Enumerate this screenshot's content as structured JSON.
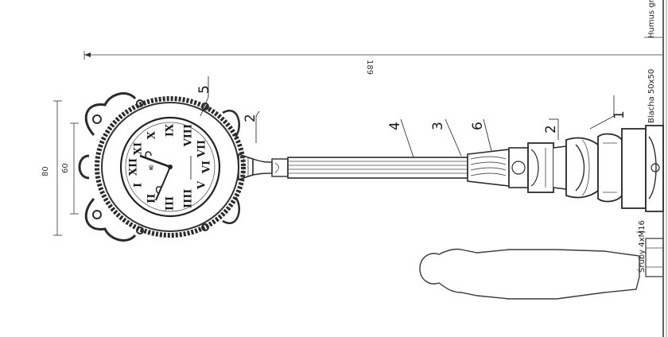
{
  "dimensions": {
    "overall_height": "189",
    "head_outer": "80",
    "dial_diameter": "60"
  },
  "callouts": {
    "c1": "1",
    "c2a": "2",
    "c2b": "2",
    "c3": "3",
    "c4": "4",
    "c5": "5",
    "c6": "6"
  },
  "notes": {
    "humus": "Humus gr.",
    "plate": "Blacha 50x50",
    "bolts": "Śruby 4xM16"
  },
  "dial": {
    "numerals": [
      "XII",
      "I",
      "II",
      "III",
      "IIII",
      "V",
      "VI",
      "VII",
      "VIII",
      "IX",
      "X",
      "XI"
    ]
  }
}
